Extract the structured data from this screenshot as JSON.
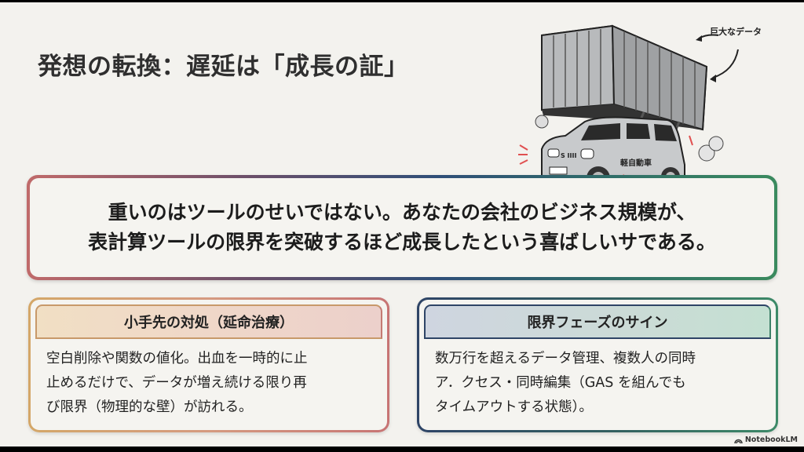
{
  "slide": {
    "title": "発想の転換：遅延は「成長の証」",
    "illustration": {
      "label": "巨大なデータ",
      "car_text": "軽自動車",
      "car_badge": "S IIII"
    },
    "main_message": {
      "lines": [
        "重いのはツールのせいではない。あなたの会社のビジネス規模が、",
        "表計算ツールの限界を突破するほど成長したという喜ばしいサである。"
      ]
    },
    "cards": [
      {
        "heading": "小手先の対処（延命治療）",
        "body_lines": [
          "空白削除や関数の値化。出血を一時的に止",
          "止めるだけで、データが増え続ける限り再",
          "び限界（物理的な壁）が訪れる。"
        ]
      },
      {
        "heading": "限界フェーズのサイン",
        "body_lines": [
          "数万行を超えるデータ管理、複数人の同時",
          "ア．クセス・同時編集（GAS を組んでも",
          "タイムアウトする状態）。"
        ]
      }
    ],
    "watermark": "NotebookLM",
    "colors": {
      "background": "#f3f2ee",
      "accent_red": "#c06a6a",
      "accent_navy": "#2f4f78",
      "accent_green": "#3a8a5e",
      "accent_gold": "#d4a768"
    }
  }
}
